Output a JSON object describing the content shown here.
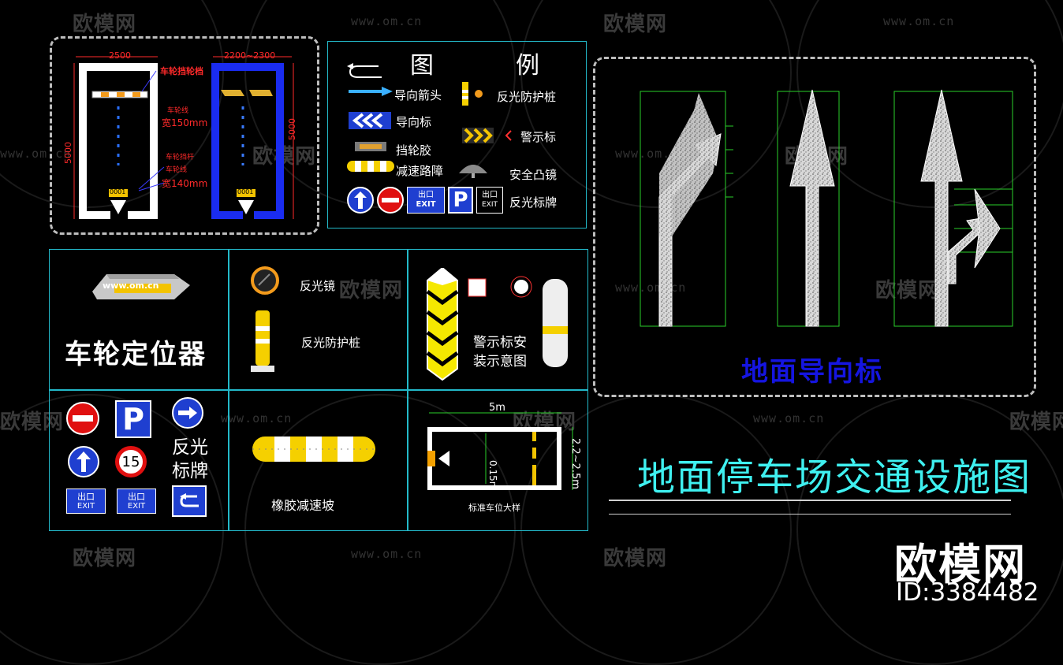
{
  "watermark": {
    "brand": "欧模网",
    "url": "www.om.cn"
  },
  "parking_detail": {
    "width_left": "2500",
    "width_right": "2200~2300",
    "height_left": "5000",
    "height_right": "5000",
    "stopper_label": "车轮挡轮档",
    "note_line1": "车轮线",
    "note_dim1": "宽150mm",
    "note_line2": "车轮挡杆",
    "note_line3": "车轮线",
    "note_dim2": "宽140mm",
    "tag_left": "0001",
    "tag_right": "0001"
  },
  "legend": {
    "title_a": "图",
    "title_b": "例",
    "items": [
      {
        "label": "导向箭头"
      },
      {
        "label": "反光防护桩"
      },
      {
        "label": "导向标"
      },
      {
        "label": "警示标"
      },
      {
        "label": "挡轮胶"
      },
      {
        "label": "减速路障"
      },
      {
        "label": "安全凸镜"
      },
      {
        "label": "反光标牌"
      }
    ],
    "exit_cn": "出口",
    "exit_en": "EXIT",
    "parking_letter": "P"
  },
  "grid": {
    "wheel_locator": "车轮定位器",
    "wheel_locator_url": "www.om.cn",
    "mirror": "反光镜",
    "post": "反光防护桩",
    "warning_a": "警示标安",
    "warning_b": "装示意图",
    "reflective_a": "反光",
    "reflective_b": "标牌",
    "speed_number": "15",
    "speed_bump": "橡胶减速坡",
    "stall_width": "5m",
    "stall_depth": "2.2~2.5m",
    "stall_offset": "0.15m",
    "stall_caption": "标准车位大样"
  },
  "arrows_panel": {
    "title": "地面导向标"
  },
  "main_title": "地面停车场交通设施图",
  "brand_block": {
    "name": "欧模网",
    "id": "ID:3384482"
  },
  "colors": {
    "cyan": "#23b9c9",
    "blue_text": "#1515e0",
    "title_cyan": "#3ff0f0",
    "red_dim": "#ff2a2a",
    "yellow": "#f5d000",
    "sign_blue": "#1f3fd0"
  }
}
